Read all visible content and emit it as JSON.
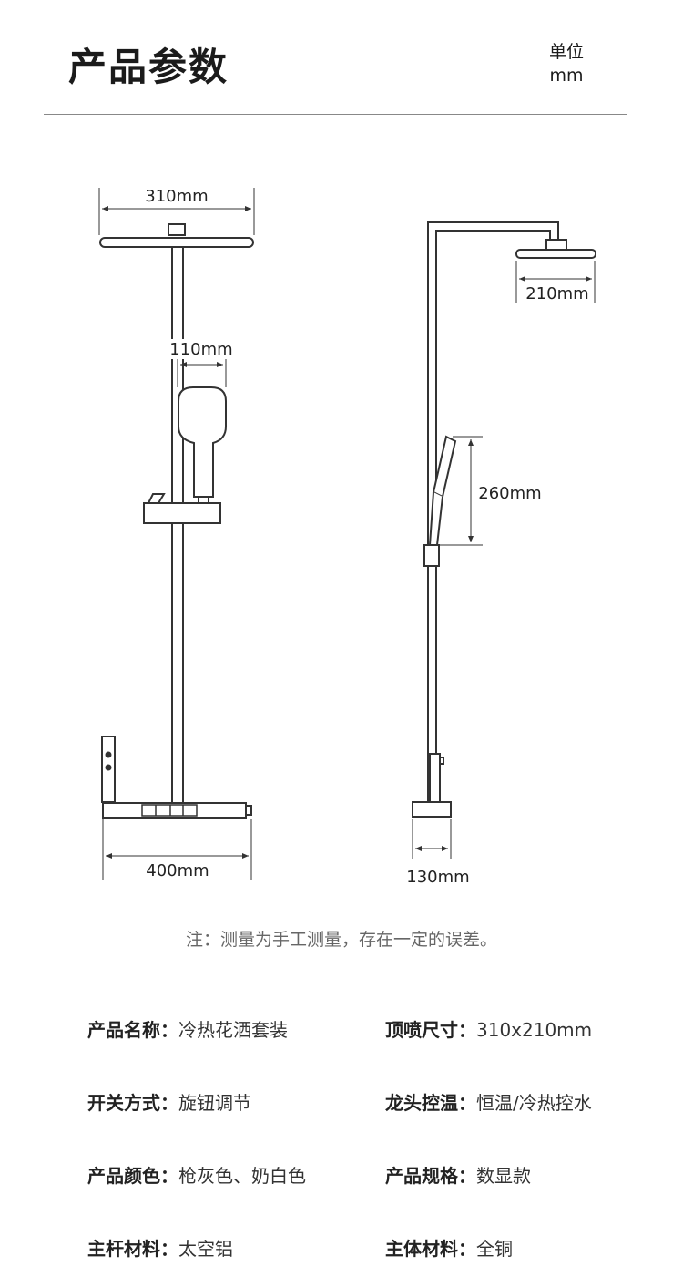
{
  "header": {
    "title": "产品参数",
    "unit_label": "单位",
    "unit_value": "mm"
  },
  "dimensions": {
    "front_top_width": "310mm",
    "front_handheld_width": "110mm",
    "front_base_width": "400mm",
    "side_top_width": "210mm",
    "side_handheld_height": "260mm",
    "side_base_width": "130mm"
  },
  "note": "注：测量为手工测量，存在一定的误差。",
  "specs": [
    {
      "key": "产品名称：",
      "value": "冷热花洒套装"
    },
    {
      "key": "顶喷尺寸：",
      "value": "310x210mm"
    },
    {
      "key": "开关方式：",
      "value": "旋钮调节"
    },
    {
      "key": "龙头控温：",
      "value": "恒温/冷热控水"
    },
    {
      "key": "产品颜色：",
      "value": "枪灰色、奶白色"
    },
    {
      "key": "产品规格：",
      "value": "数显款"
    },
    {
      "key": "主杆材料：",
      "value": "太空铝"
    },
    {
      "key": "主体材料：",
      "value": "全铜"
    }
  ]
}
